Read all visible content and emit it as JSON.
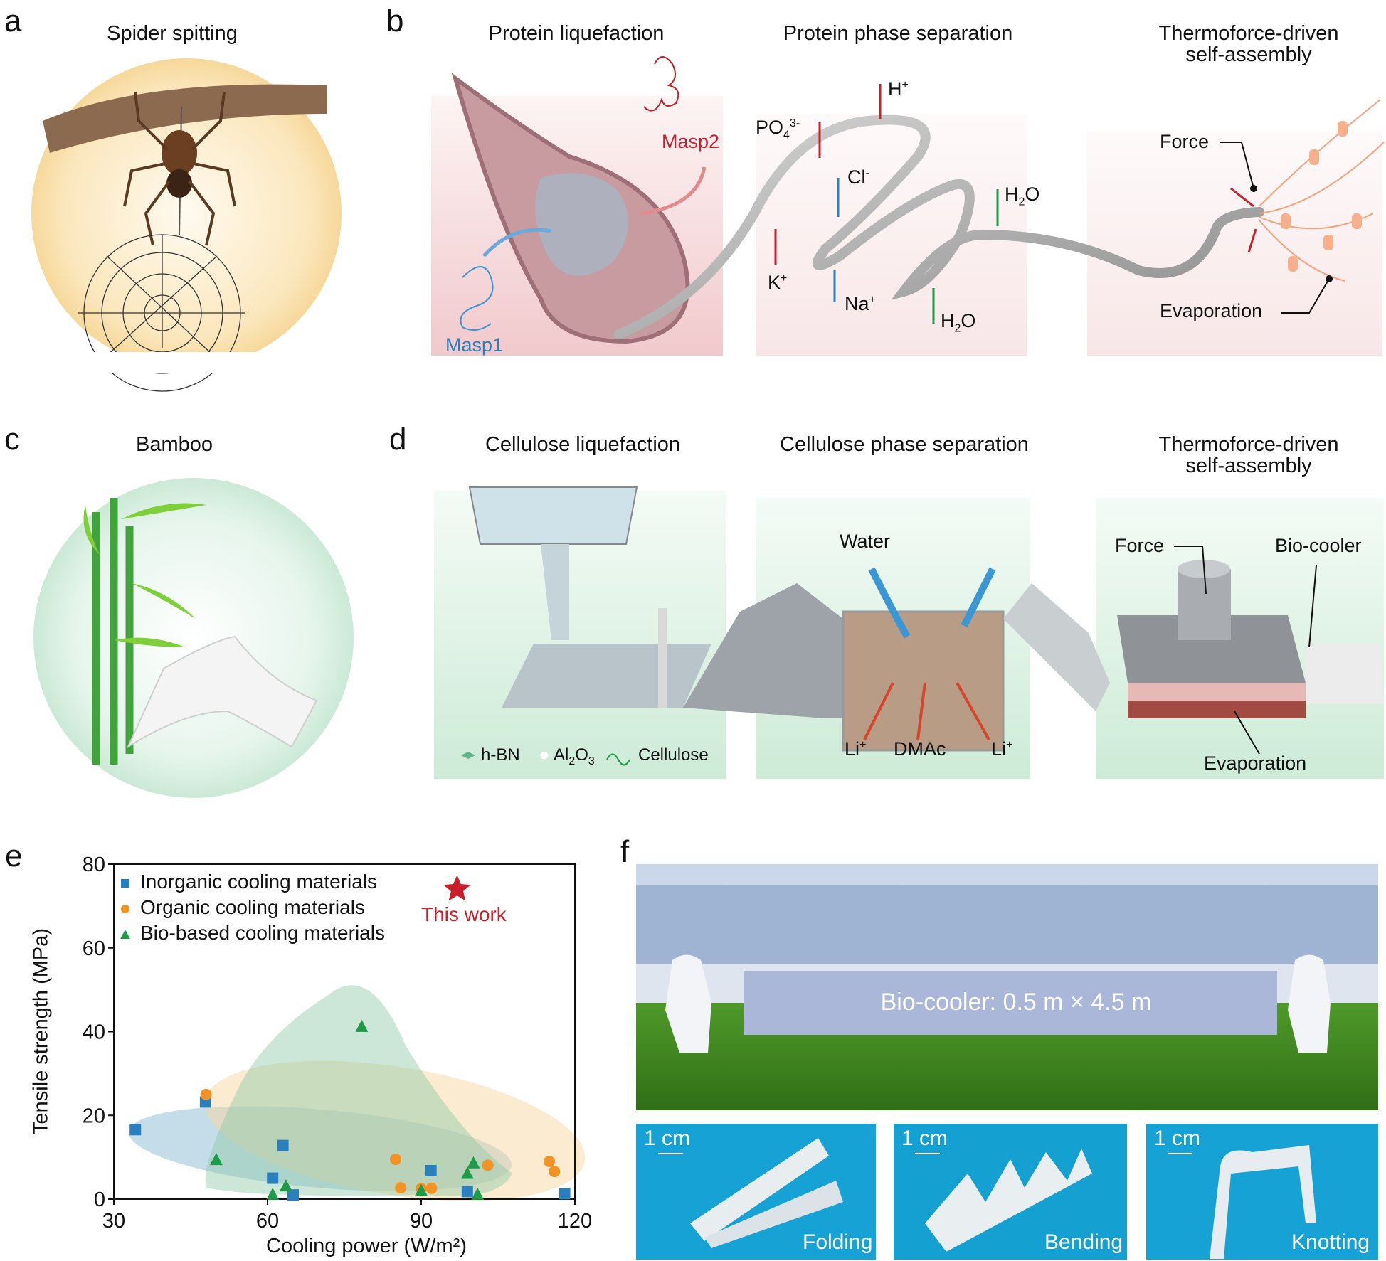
{
  "panels": {
    "a": {
      "letter": "a",
      "title": "Spider spitting"
    },
    "b": {
      "letter": "b",
      "titles": [
        "Protein liquefaction",
        "Protein phase separation",
        "Thermoforce-driven",
        "self-assembly"
      ],
      "labels": {
        "masp2": "Masp2",
        "masp1": "Masp1",
        "po4": {
          "base": "PO",
          "sub": "4",
          "sup": "3-"
        },
        "h": {
          "base": "H",
          "sup": "+"
        },
        "cl": {
          "base": "Cl",
          "sup": "-"
        },
        "k": {
          "base": "K",
          "sup": "+"
        },
        "na": {
          "base": "Na",
          "sup": "+"
        },
        "h2o_up": {
          "base": "H",
          "sub": "2",
          "tail": "O"
        },
        "h2o_down": {
          "base": "H",
          "sub": "2",
          "tail": "O"
        },
        "force": "Force",
        "evaporation": "Evaporation"
      }
    },
    "c": {
      "letter": "c",
      "title": "Bamboo"
    },
    "d": {
      "letter": "d",
      "titles": [
        "Cellulose liquefaction",
        "Cellulose phase separation",
        "Thermoforce-driven",
        "self-assembly"
      ],
      "labels": {
        "water": "Water",
        "force": "Force",
        "biocooler": "Bio-cooler",
        "li1": {
          "base": "Li",
          "sup": "+"
        },
        "dmac": "DMAc",
        "li2": {
          "base": "Li",
          "sup": "+"
        },
        "evaporation": "Evaporation"
      },
      "legend": {
        "hbn": "h-BN",
        "al2o3": {
          "a": "Al",
          "s1": "2",
          "b": "O",
          "s2": "3"
        },
        "cellulose": "Cellulose"
      }
    },
    "e": {
      "letter": "e"
    },
    "f": {
      "letter": "f",
      "banner": "Bio-cooler: 0.5 m × 4.5 m",
      "insets": [
        {
          "scale": "1 cm",
          "caption": "Folding"
        },
        {
          "scale": "1 cm",
          "caption": "Bending"
        },
        {
          "scale": "1 cm",
          "caption": "Knotting"
        }
      ]
    }
  },
  "chart_data": {
    "type": "scatter",
    "xlabel": "Cooling power (W/m²)",
    "ylabel": "Tensile strength (MPa)",
    "xlim": [
      30,
      120
    ],
    "ylim": [
      0,
      80
    ],
    "xticks": [
      30,
      60,
      90,
      120
    ],
    "yticks": [
      0,
      20,
      40,
      60,
      80
    ],
    "legend_position": "top-left",
    "series": [
      {
        "name": "Inorganic cooling materials",
        "marker": "square",
        "color": "#2a7fbf",
        "points": [
          [
            34.2,
            16.6
          ],
          [
            47.9,
            23.2
          ],
          [
            63,
            12.8
          ],
          [
            61,
            5.0
          ],
          [
            65,
            1.0
          ],
          [
            91.9,
            6.8
          ],
          [
            99,
            1.8
          ],
          [
            118,
            1.3
          ]
        ]
      },
      {
        "name": "Organic cooling materials",
        "marker": "circle",
        "color": "#f39325",
        "points": [
          [
            48,
            25
          ],
          [
            85,
            9.5
          ],
          [
            86,
            2.7
          ],
          [
            90,
            2.5
          ],
          [
            92,
            2.6
          ],
          [
            103,
            8.1
          ],
          [
            115,
            9.0
          ],
          [
            116,
            6.6
          ]
        ]
      },
      {
        "name": "Bio-based cooling materials",
        "marker": "triangle",
        "color": "#1f9a48",
        "points": [
          [
            78.4,
            41.3
          ],
          [
            50,
            9.5
          ],
          [
            63.6,
            3.2
          ],
          [
            61,
            1.2
          ],
          [
            90,
            2.1
          ],
          [
            99,
            6.2
          ],
          [
            100.2,
            8.7
          ],
          [
            101,
            1.2
          ]
        ]
      }
    ],
    "highlight": {
      "name": "This work",
      "marker": "star",
      "color": "#c8202b",
      "point": [
        97,
        74
      ]
    }
  }
}
